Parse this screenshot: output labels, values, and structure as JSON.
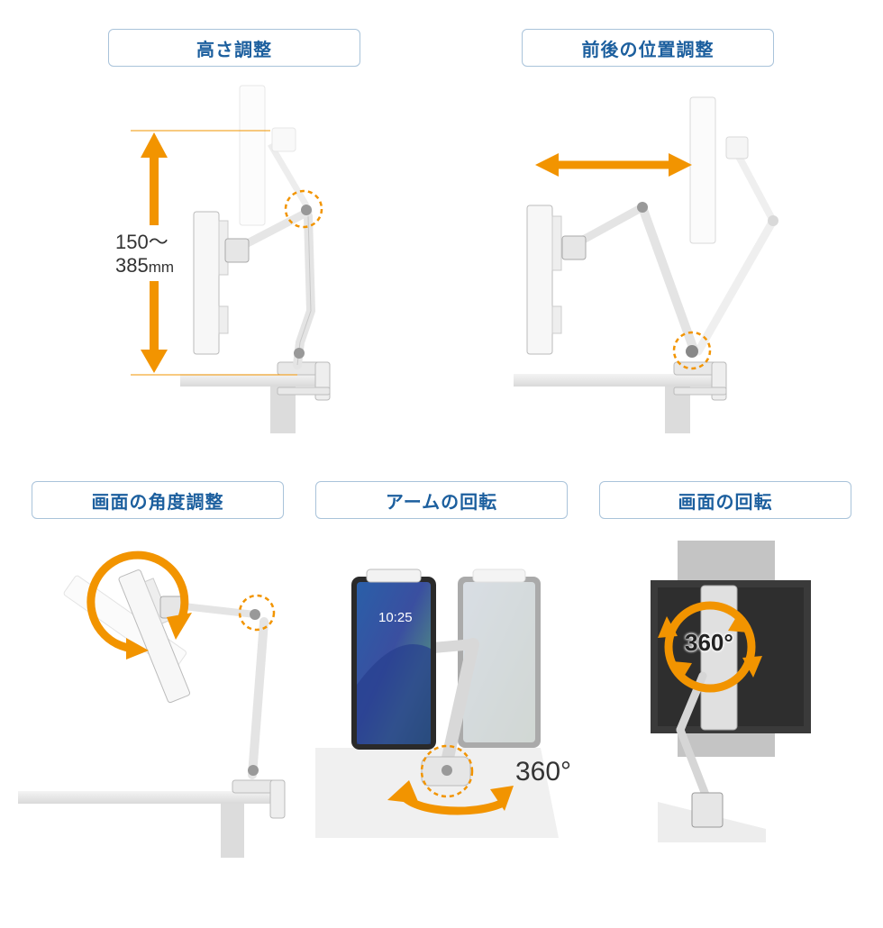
{
  "panels": {
    "height": {
      "title": "高さ調整",
      "range_line1": "150～",
      "range_line2": "385",
      "range_unit": "mm"
    },
    "depth": {
      "title": "前後の位置調整"
    },
    "angle": {
      "title": "画面の角度調整"
    },
    "arm": {
      "title": "アームの回転",
      "degrees": "360°",
      "clock": "10:25"
    },
    "rotate": {
      "title": "画面の回転",
      "degrees": "360°"
    }
  },
  "colors": {
    "accent": "#f29400",
    "label_border": "#a9c3da",
    "label_text": "#1c5f9e"
  }
}
